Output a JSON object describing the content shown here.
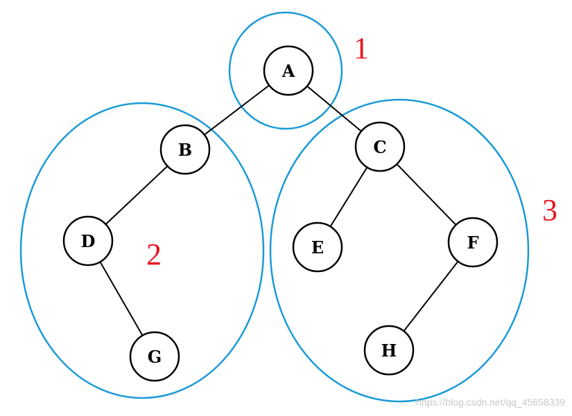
{
  "colors": {
    "region_stroke": "#1a9ad6",
    "region_label": "#e8141e",
    "edge": "#000000",
    "node_stroke": "#000000",
    "watermark": "#c8c8c8"
  },
  "nodes": [
    {
      "id": "A",
      "label": "A"
    },
    {
      "id": "B",
      "label": "B"
    },
    {
      "id": "C",
      "label": "C"
    },
    {
      "id": "D",
      "label": "D"
    },
    {
      "id": "E",
      "label": "E"
    },
    {
      "id": "F",
      "label": "F"
    },
    {
      "id": "G",
      "label": "G"
    },
    {
      "id": "H",
      "label": "H"
    }
  ],
  "edges": [
    {
      "from": "A",
      "to": "B"
    },
    {
      "from": "A",
      "to": "C"
    },
    {
      "from": "B",
      "to": "D"
    },
    {
      "from": "D",
      "to": "G"
    },
    {
      "from": "C",
      "to": "E"
    },
    {
      "from": "C",
      "to": "F"
    },
    {
      "from": "F",
      "to": "H"
    }
  ],
  "regions": [
    {
      "id": "1",
      "label": "1"
    },
    {
      "id": "2",
      "label": "2"
    },
    {
      "id": "3",
      "label": "3"
    }
  ],
  "watermark": "https://blog.csdn.net/qq_45658339"
}
